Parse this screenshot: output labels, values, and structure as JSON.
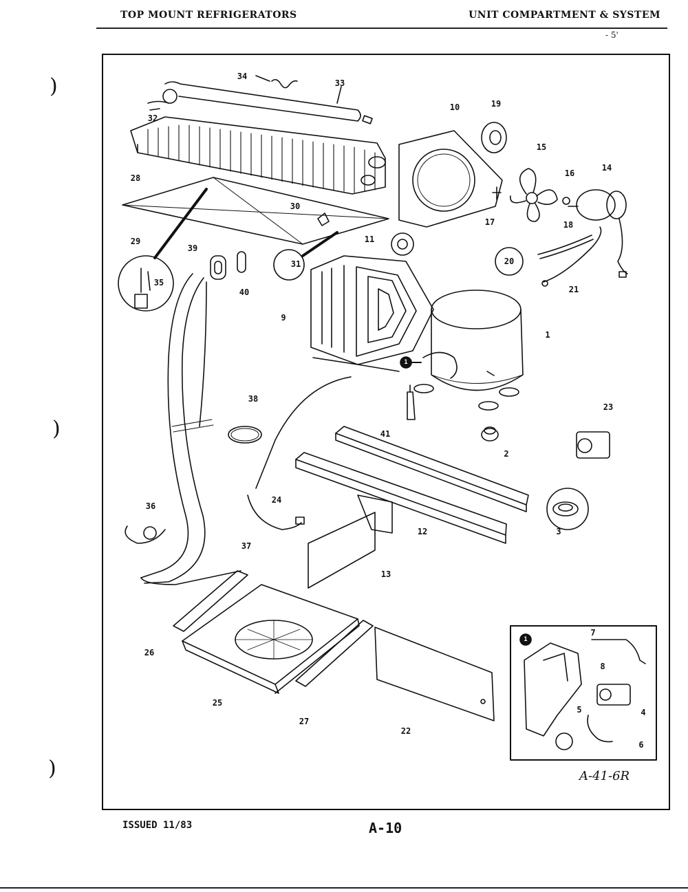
{
  "header": {
    "left_title": "TOP MOUNT REFRIGERATORS",
    "right_title": "UNIT COMPARTMENT & SYSTEM",
    "page_mark": "- 5'"
  },
  "diagram": {
    "callouts": [
      "1",
      "2",
      "3",
      "4",
      "5",
      "6",
      "7",
      "8",
      "9",
      "10",
      "11",
      "12",
      "13",
      "14",
      "15",
      "16",
      "17",
      "18",
      "19",
      "20",
      "21",
      "22",
      "23",
      "24",
      "25",
      "26",
      "27",
      "28",
      "29",
      "30",
      "31",
      "32",
      "33",
      "34",
      "35",
      "36",
      "37",
      "38",
      "39",
      "40",
      "41"
    ],
    "inset_marker": "1",
    "reference_code": "A-41-6R"
  },
  "footer": {
    "issued": "ISSUED 11/83",
    "page_number": "A-10"
  }
}
